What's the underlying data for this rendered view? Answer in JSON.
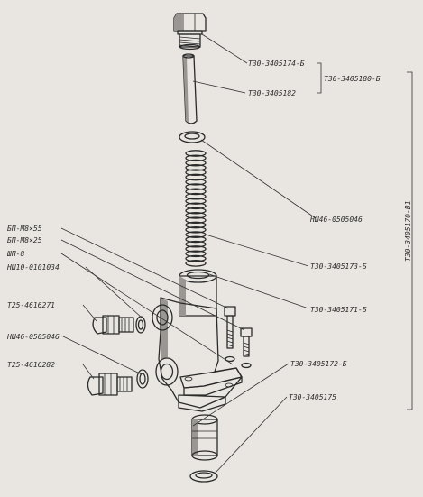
{
  "labels": {
    "top_plug": "Т30-3405174-Б",
    "rod": "Т30-3405182",
    "top_assembly": "Т30-3405180-Б",
    "washer": "НШ46-0505046",
    "spring": "Т30-3405173-Б",
    "body": "Т30-3405171-Б",
    "lower_sleeve": "Т30-3405172-Б",
    "bottom_plug": "Т30-3405175",
    "bolt_55": "БП-М8×55",
    "bolt_25": "БП-М8×25",
    "spring_washer": "ШП-8",
    "oring": "НШ10-0101034",
    "fitting_upper": "Т25-4616271",
    "washer_left": "НШ46-0505046",
    "fitting_lower": "Т25-4616282",
    "full_assembly": "Т30-3405170-В1"
  }
}
